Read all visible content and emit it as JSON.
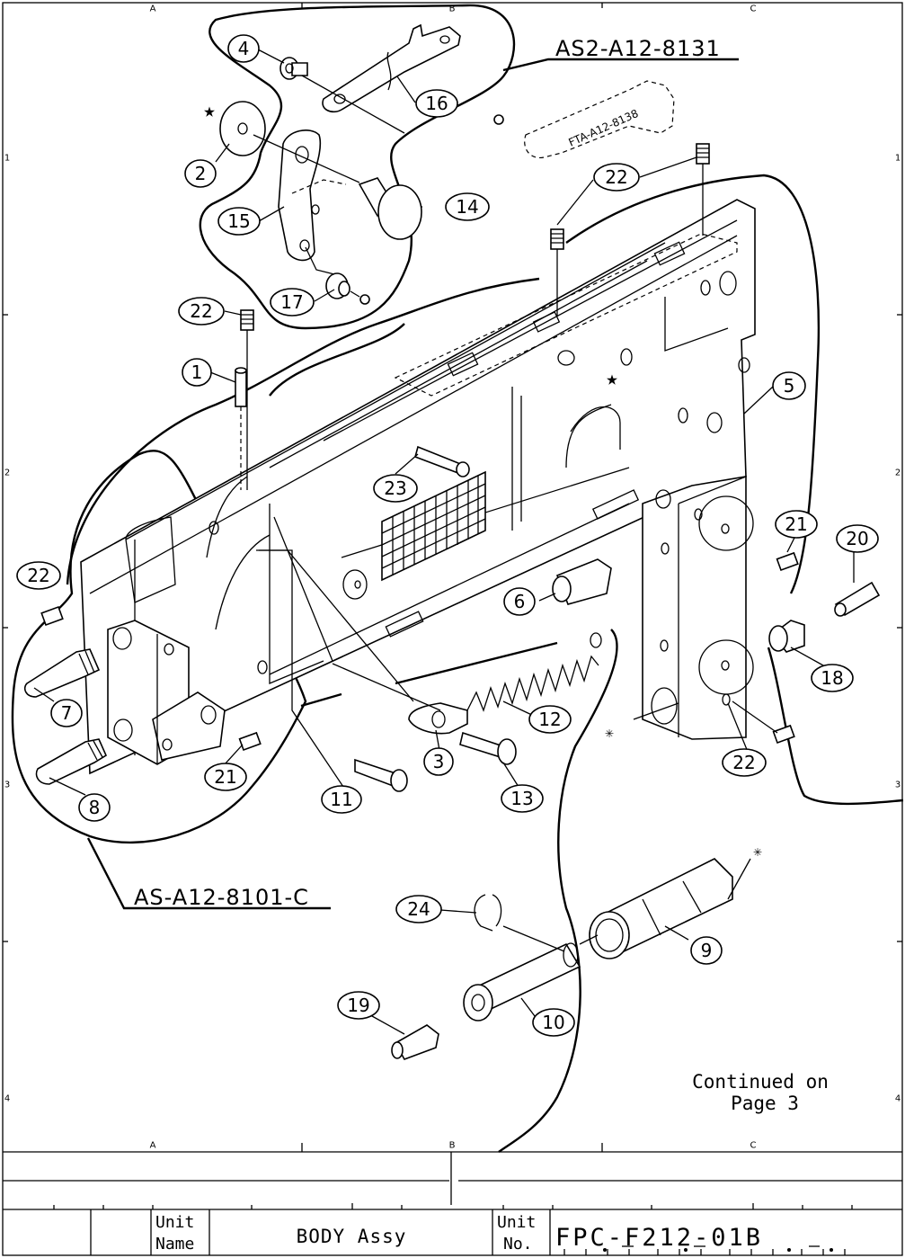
{
  "grid": {
    "columns": [
      "A",
      "B",
      "C"
    ],
    "rows": [
      "1",
      "2",
      "3",
      "4"
    ]
  },
  "assemblies": {
    "upper": "AS2-A12-8131",
    "lower": "AS-A12-8101-C",
    "phantom": "FTA-A12-8138"
  },
  "callouts": [
    "1",
    "2",
    "3",
    "4",
    "5",
    "6",
    "7",
    "8",
    "9",
    "10",
    "11",
    "12",
    "13",
    "14",
    "15",
    "16",
    "17",
    "18",
    "19",
    "20",
    "21",
    "22",
    "23",
    "24"
  ],
  "note": {
    "line1": "Continued on",
    "line2": "Page 3"
  },
  "title_block": {
    "unit_name_label_1": "Unit",
    "unit_name_label_2": "Name",
    "unit_name": "BODY Assy",
    "unit_no_label_1": "Unit",
    "unit_no_label_2": "No.",
    "unit_no": "FPC-F212-01B"
  }
}
